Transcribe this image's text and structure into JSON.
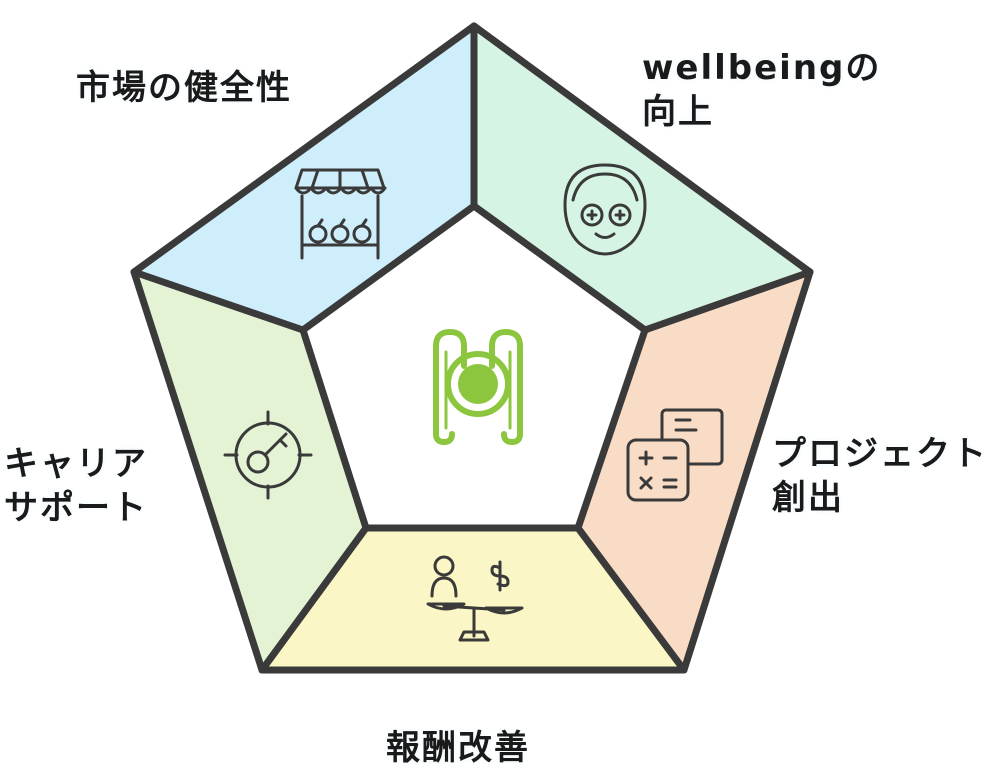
{
  "segments": [
    {
      "id": "market",
      "lines": [
        "市場の健全性"
      ],
      "color": "#cfeefb",
      "icon": "market-stall-icon"
    },
    {
      "id": "wellbeing",
      "lines": [
        "wellbeingの",
        "向上"
      ],
      "color": "#d6f4e4",
      "icon": "face-mask-icon"
    },
    {
      "id": "project",
      "lines": [
        "プロジェクト",
        "創出"
      ],
      "color": "#f9dcc6",
      "icon": "calculator-document-icon"
    },
    {
      "id": "reward",
      "lines": [
        "報酬改善"
      ],
      "color": "#fbf6c6",
      "icon": "balance-scale-person-icon"
    },
    {
      "id": "career",
      "lines": [
        "キャリア",
        "サポート"
      ],
      "color": "#e3f3d4",
      "icon": "target-key-icon"
    }
  ],
  "center": {
    "icon": "h-logo-icon",
    "color": "#8cc63f"
  },
  "outline_color": "#3a3a3a"
}
